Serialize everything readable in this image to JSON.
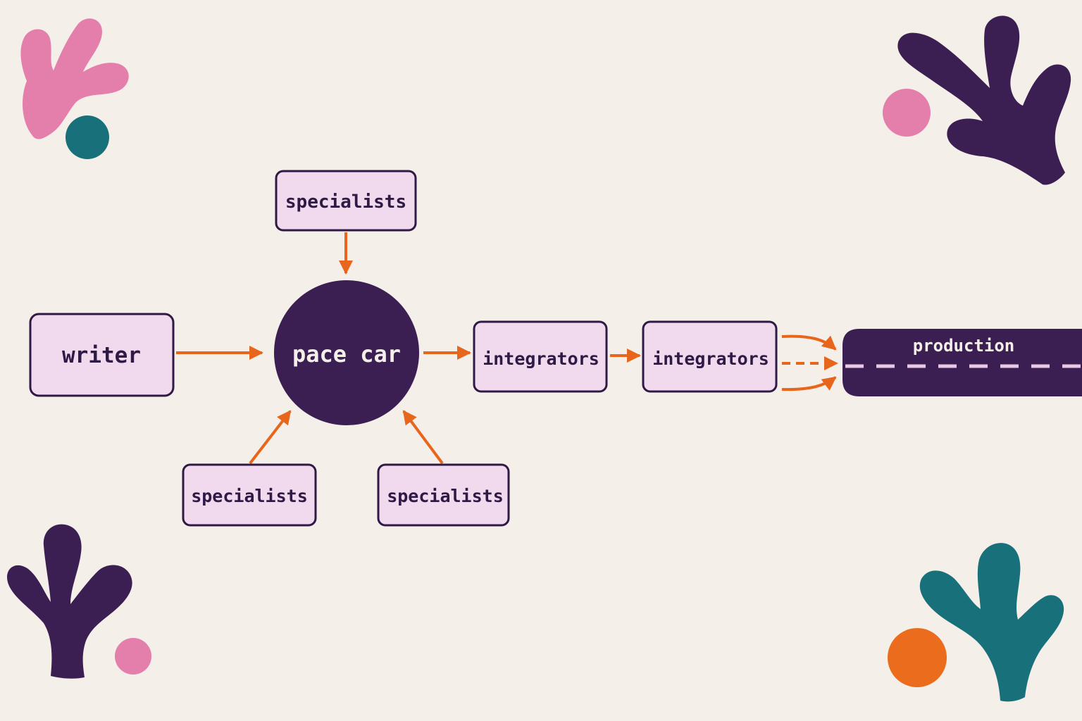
{
  "diagram": {
    "nodes": {
      "specialists_top": {
        "label": "specialists"
      },
      "writer": {
        "label": "writer"
      },
      "pace_car": {
        "label": "pace car"
      },
      "integrators_1": {
        "label": "integrators"
      },
      "integrators_2": {
        "label": "integrators"
      },
      "specialists_left": {
        "label": "specialists"
      },
      "specialists_right": {
        "label": "specialists"
      },
      "production": {
        "label": "production"
      }
    },
    "edges": [
      {
        "from": "writer",
        "to": "pace car",
        "style": "solid"
      },
      {
        "from": "specialists",
        "to": "pace car",
        "style": "solid"
      },
      {
        "from": "specialists",
        "to": "pace car",
        "style": "solid"
      },
      {
        "from": "specialists",
        "to": "pace car",
        "style": "solid"
      },
      {
        "from": "pace car",
        "to": "integrators",
        "style": "solid"
      },
      {
        "from": "integrators",
        "to": "integrators",
        "style": "solid"
      },
      {
        "from": "integrators",
        "to": "production",
        "style": "curved"
      },
      {
        "from": "integrators",
        "to": "production",
        "style": "dashed"
      },
      {
        "from": "integrators",
        "to": "production",
        "style": "curved"
      }
    ]
  },
  "colors": {
    "background": "#f4efe8",
    "box_fill": "#f1d9ee",
    "box_stroke": "#2e1a45",
    "dark_purple": "#3b1f52",
    "arrow": "#e8651c",
    "pink": "#e47fac",
    "teal": "#18717a",
    "orange": "#ec6c1d",
    "lane_dash": "#e9c8e6"
  },
  "decorations": [
    {
      "name": "pink-coral",
      "color": "pink"
    },
    {
      "name": "teal-dot",
      "color": "teal"
    },
    {
      "name": "purple-coral",
      "color": "dark_purple"
    },
    {
      "name": "pink-dot",
      "color": "pink"
    },
    {
      "name": "teal-coral",
      "color": "teal"
    },
    {
      "name": "orange-dot",
      "color": "orange"
    }
  ]
}
